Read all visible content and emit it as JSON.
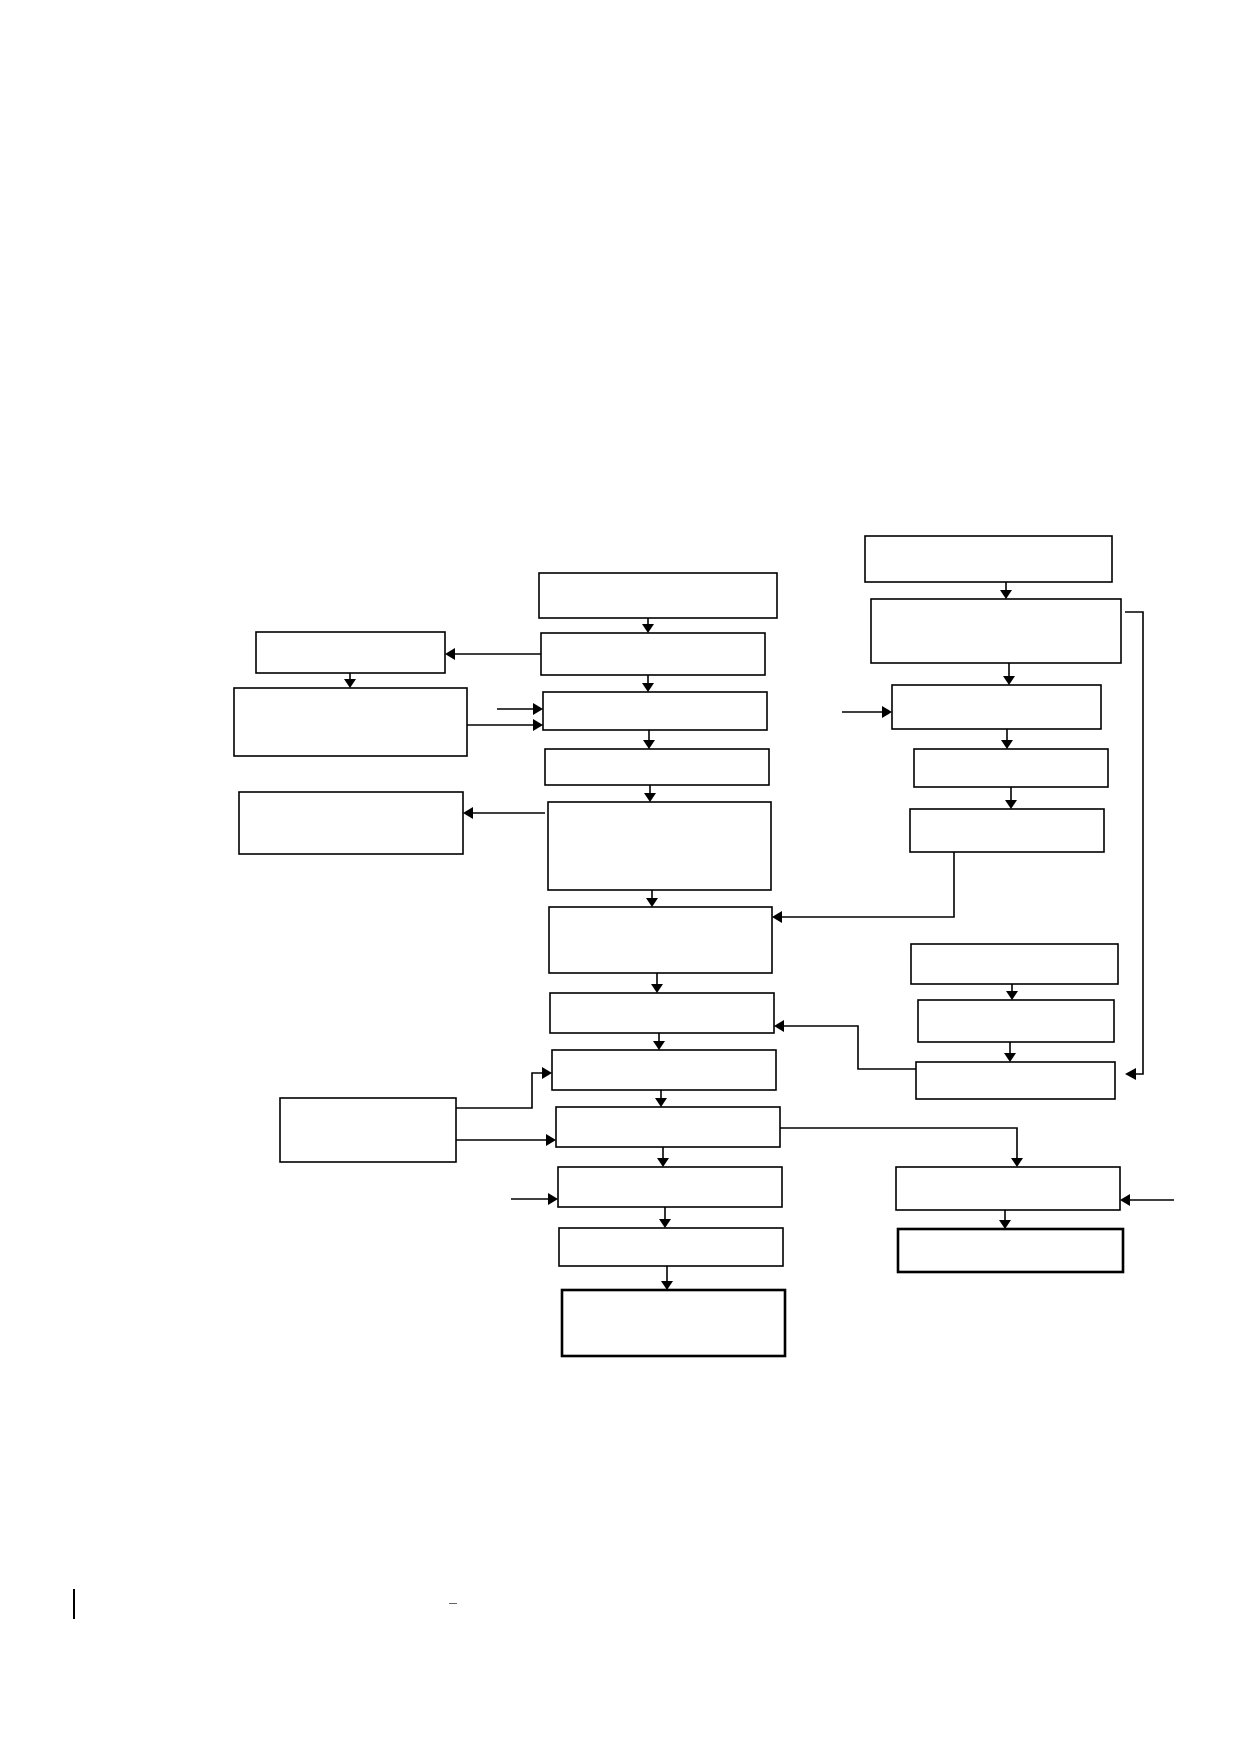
{
  "diagram": {
    "type": "flowchart",
    "boxes": [
      {
        "id": "c1",
        "label": ""
      },
      {
        "id": "c2",
        "label": ""
      },
      {
        "id": "c3",
        "label": ""
      },
      {
        "id": "c4",
        "label": ""
      },
      {
        "id": "c5",
        "label": ""
      },
      {
        "id": "c6",
        "label": ""
      },
      {
        "id": "c7",
        "label": ""
      },
      {
        "id": "c8",
        "label": ""
      },
      {
        "id": "c9",
        "label": ""
      },
      {
        "id": "c10",
        "label": ""
      },
      {
        "id": "c11",
        "label": ""
      },
      {
        "id": "c12",
        "label": ""
      },
      {
        "id": "c13",
        "label": ""
      },
      {
        "id": "l1",
        "label": ""
      },
      {
        "id": "l2",
        "label": ""
      },
      {
        "id": "l3",
        "label": ""
      },
      {
        "id": "l4",
        "label": ""
      },
      {
        "id": "r1",
        "label": ""
      },
      {
        "id": "r2",
        "label": ""
      },
      {
        "id": "r3",
        "label": ""
      },
      {
        "id": "r4",
        "label": ""
      },
      {
        "id": "r5",
        "label": ""
      },
      {
        "id": "r6",
        "label": ""
      },
      {
        "id": "r7",
        "label": ""
      },
      {
        "id": "r8",
        "label": ""
      },
      {
        "id": "r9",
        "label": ""
      },
      {
        "id": "r10",
        "label": ""
      }
    ],
    "connections": [
      {
        "from": "c1",
        "to": "c2"
      },
      {
        "from": "c2",
        "to": "c3"
      },
      {
        "from": "c3",
        "to": "c4"
      },
      {
        "from": "c4",
        "to": "c5"
      },
      {
        "from": "c5",
        "to": "c6"
      },
      {
        "from": "c6",
        "to": "c7"
      },
      {
        "from": "c7",
        "to": "c8"
      },
      {
        "from": "c8",
        "to": "c9"
      },
      {
        "from": "c9",
        "to": "c10"
      },
      {
        "from": "c10",
        "to": "c11"
      },
      {
        "from": "c11",
        "to": "c12"
      },
      {
        "from": "c12",
        "to": "c13"
      },
      {
        "from": "c2",
        "to": "l1"
      },
      {
        "from": "l1",
        "to": "l2"
      },
      {
        "from": "l2",
        "to": "c3"
      },
      {
        "from": "c5",
        "to": "l3"
      },
      {
        "from": "l4",
        "to": "c8"
      },
      {
        "from": "l4",
        "to": "c9"
      },
      {
        "from": "r1",
        "to": "r2"
      },
      {
        "from": "r2",
        "to": "r3"
      },
      {
        "from": "r3",
        "to": "r4"
      },
      {
        "from": "r4",
        "to": "r5"
      },
      {
        "from": "r5",
        "to": "c6"
      },
      {
        "from": "r6",
        "to": "r7"
      },
      {
        "from": "r7",
        "to": "r8"
      },
      {
        "from": "r8",
        "to": "c7"
      },
      {
        "from": "r2",
        "to": "r8"
      },
      {
        "from": "c9",
        "to": "r9"
      },
      {
        "from": "r9",
        "to": "r10"
      }
    ],
    "colors": {
      "line": "#000000",
      "box_fill": "#ffffff",
      "link": "#1a73e8"
    }
  }
}
